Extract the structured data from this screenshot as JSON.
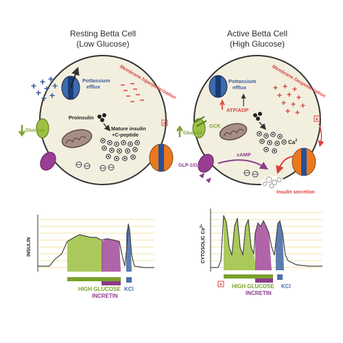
{
  "left_panel": {
    "title_line1": "Resting Betta Cell",
    "title_line2": "(Low Glucose)",
    "potassium_line1": "Pottassium",
    "potassium_line2": "efflux",
    "membrane_label": "Membrane hiperpolarization",
    "membrane_sign": "+",
    "proinsulin": "Proinsulin",
    "mature_line1": "Mature insulin",
    "mature_line2": "+C-peptide",
    "glucose": "Glucose"
  },
  "right_panel": {
    "title_line1": "Active Betta Cell",
    "title_line2": "(High Glucose)",
    "potassium_line1": "Pottassium",
    "potassium_line2": "efflux",
    "membrane_label": "Membrane Despolarization",
    "membrane_sign": "+",
    "atp_adp": "ATP/ADP",
    "gck": "GCK",
    "glucose": "Glucose",
    "camp": "cAMP",
    "calcium": "Ca",
    "calcium_sup": "2",
    "glp": "GLP-1/GIP",
    "insulin_secretion": "Insulin secretion"
  },
  "left_chart": {
    "ylabel": "INSULIN",
    "high_glucose": "HIGH GLUCOSE",
    "incretin": "INCRETIN",
    "kcl": "KCl"
  },
  "right_chart": {
    "ylabel_main": "CYTOSOLIC Ca",
    "ylabel_sup": "2+",
    "plus_sign": "+",
    "high_glucose": "HIGH GLUCOSE",
    "incretin": "INCRETIN",
    "kcl": "KCl"
  },
  "colors": {
    "green": "#95b94a",
    "purple": "#8c3c8a",
    "blue": "#4d6fa8",
    "red": "#d9413e",
    "cell_fill": "#f2efdf",
    "grid": "#f3e3a0"
  }
}
